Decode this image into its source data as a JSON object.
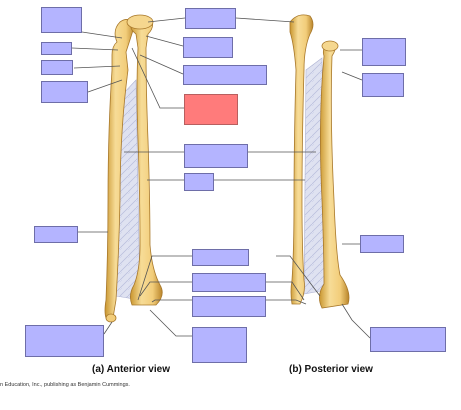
{
  "captions": {
    "anterior": "(a) Anterior view",
    "posterior": "(b) Posterior view",
    "credit": "n Education, Inc., publishing as Benjamin Cummings."
  },
  "colors": {
    "label_box": "#b4b4ff",
    "label_box_border": "#6e6ea8",
    "highlight_box": "#ff7b7b",
    "bone": "#f2cd7a",
    "bone_shade": "#c9962f",
    "membrane": "#c9cde6",
    "leader_line": "#555555"
  },
  "label_boxes": [
    {
      "id": "box-ant-1",
      "highlighted": false
    },
    {
      "id": "box-ant-2",
      "highlighted": false
    },
    {
      "id": "box-ant-3",
      "highlighted": false
    },
    {
      "id": "box-ant-4",
      "highlighted": false
    },
    {
      "id": "box-ant-5",
      "highlighted": false
    },
    {
      "id": "box-ant-6",
      "highlighted": false
    },
    {
      "id": "box-ant-7",
      "highlighted": false
    },
    {
      "id": "box-ant-8",
      "highlighted": true
    },
    {
      "id": "box-mid-1",
      "highlighted": false
    },
    {
      "id": "box-mid-2",
      "highlighted": false
    },
    {
      "id": "box-ant-9",
      "highlighted": false
    },
    {
      "id": "box-mid-3",
      "highlighted": false
    },
    {
      "id": "box-mid-4",
      "highlighted": false
    },
    {
      "id": "box-mid-5",
      "highlighted": false
    },
    {
      "id": "box-ant-10",
      "highlighted": false
    },
    {
      "id": "box-mid-6",
      "highlighted": false
    },
    {
      "id": "box-post-1",
      "highlighted": false
    },
    {
      "id": "box-post-2",
      "highlighted": false
    },
    {
      "id": "box-post-3",
      "highlighted": false
    },
    {
      "id": "box-post-4",
      "highlighted": false
    }
  ]
}
